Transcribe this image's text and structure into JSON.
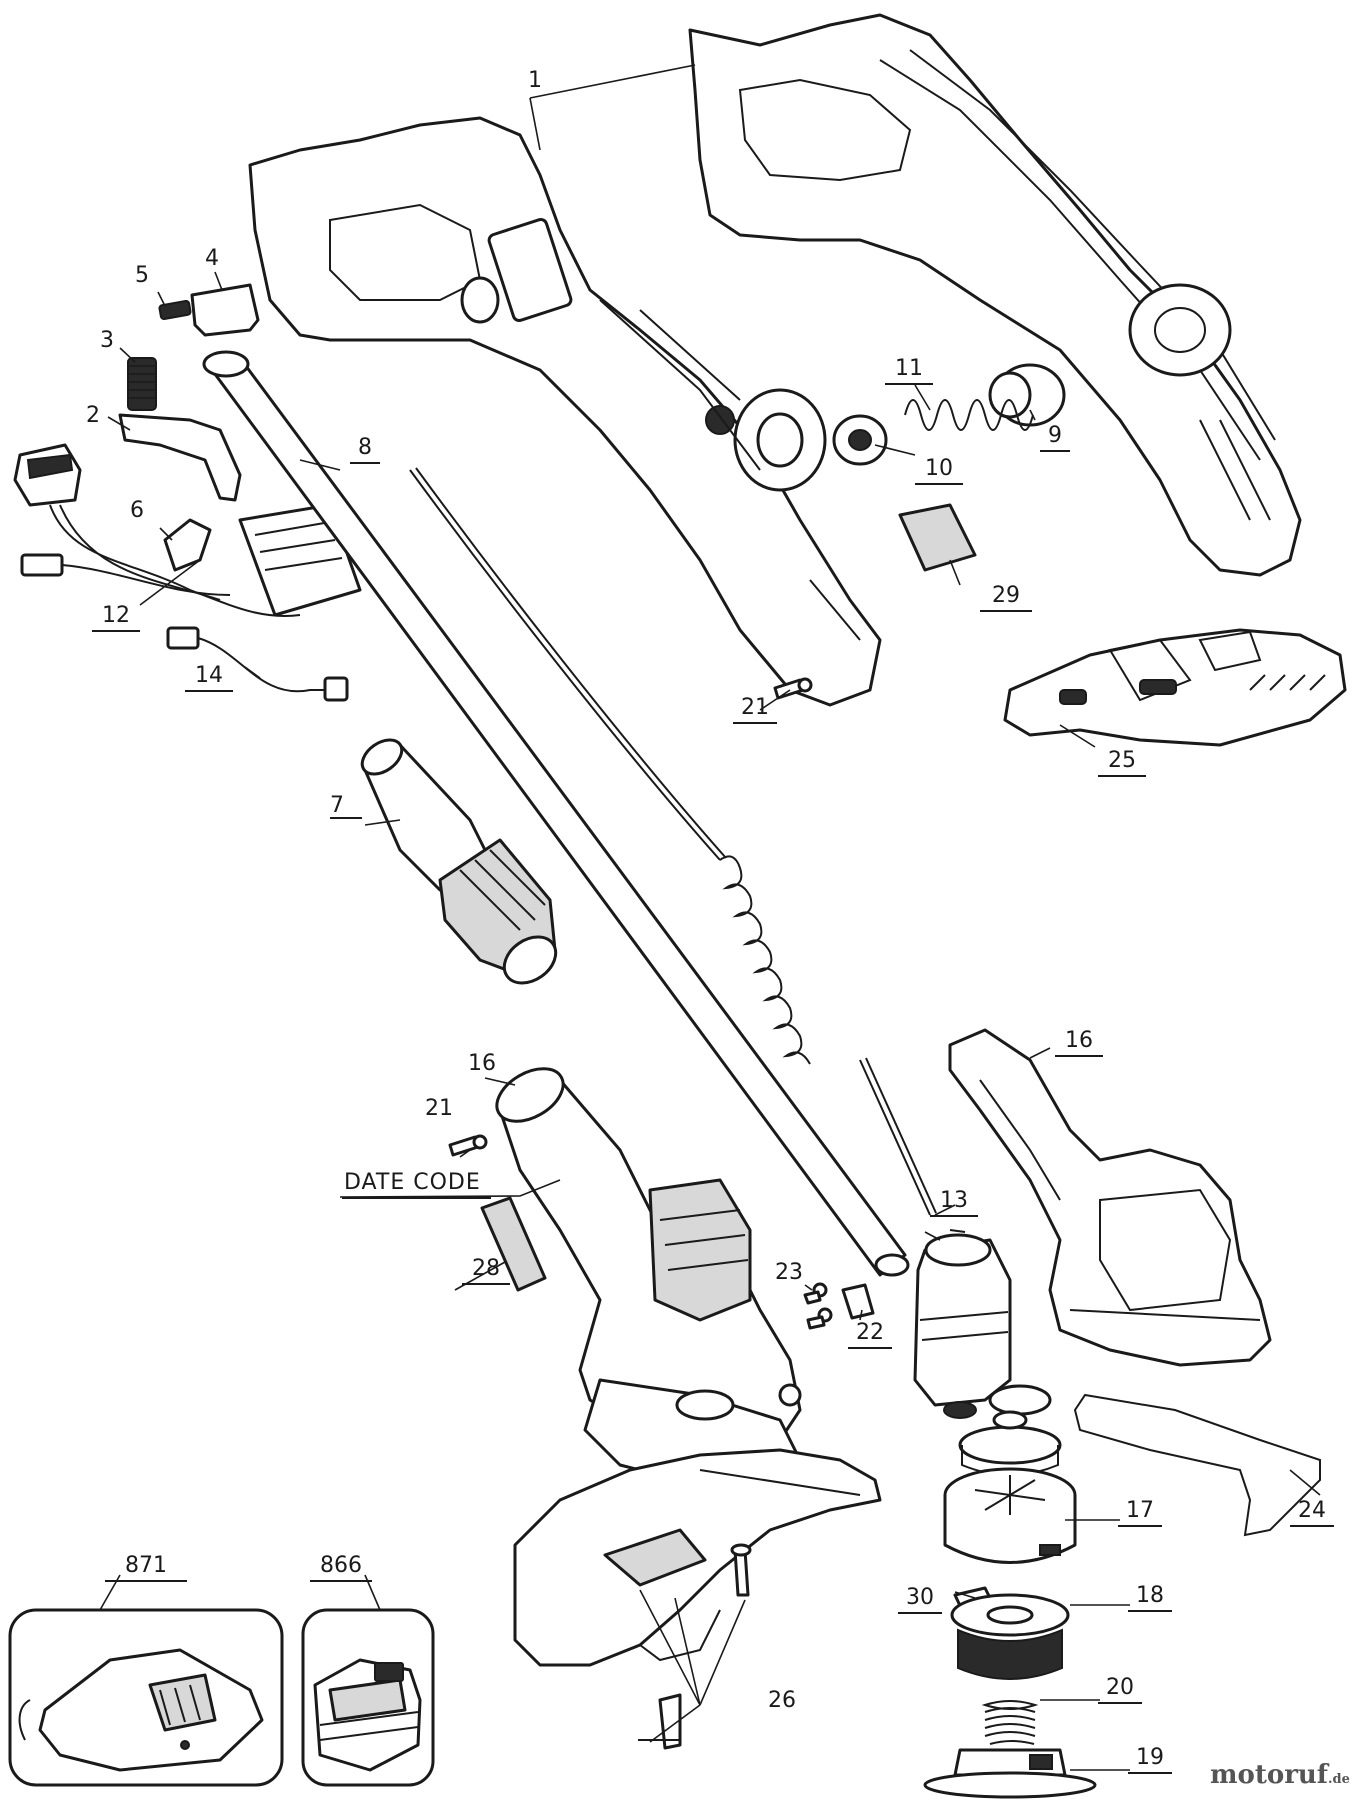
{
  "watermark": {
    "brand": "motoruf",
    "suffix": ".de"
  },
  "callouts": [
    {
      "id": "p1",
      "text": "1"
    },
    {
      "id": "p2",
      "text": "2"
    },
    {
      "id": "p3",
      "text": "3"
    },
    {
      "id": "p4",
      "text": "4"
    },
    {
      "id": "p5",
      "text": "5"
    },
    {
      "id": "p6",
      "text": "6"
    },
    {
      "id": "p7",
      "text": "7"
    },
    {
      "id": "p8",
      "text": "8"
    },
    {
      "id": "p9",
      "text": "9"
    },
    {
      "id": "p10",
      "text": "10"
    },
    {
      "id": "p11",
      "text": "11"
    },
    {
      "id": "p12",
      "text": "12"
    },
    {
      "id": "p13",
      "text": "13"
    },
    {
      "id": "p14",
      "text": "14"
    },
    {
      "id": "p16a",
      "text": "16"
    },
    {
      "id": "p16b",
      "text": "16"
    },
    {
      "id": "p17",
      "text": "17"
    },
    {
      "id": "p18",
      "text": "18"
    },
    {
      "id": "p19",
      "text": "19"
    },
    {
      "id": "p20",
      "text": "20"
    },
    {
      "id": "p21a",
      "text": "21"
    },
    {
      "id": "p21b",
      "text": "21"
    },
    {
      "id": "p22",
      "text": "22"
    },
    {
      "id": "p23",
      "text": "23"
    },
    {
      "id": "p24",
      "text": "24"
    },
    {
      "id": "p25",
      "text": "25"
    },
    {
      "id": "p26",
      "text": "26"
    },
    {
      "id": "p28",
      "text": "28"
    },
    {
      "id": "p29",
      "text": "29"
    },
    {
      "id": "p30",
      "text": "30"
    },
    {
      "id": "p866",
      "text": "866"
    },
    {
      "id": "p871",
      "text": "871"
    },
    {
      "id": "datecode",
      "text": "DATE CODE"
    }
  ]
}
